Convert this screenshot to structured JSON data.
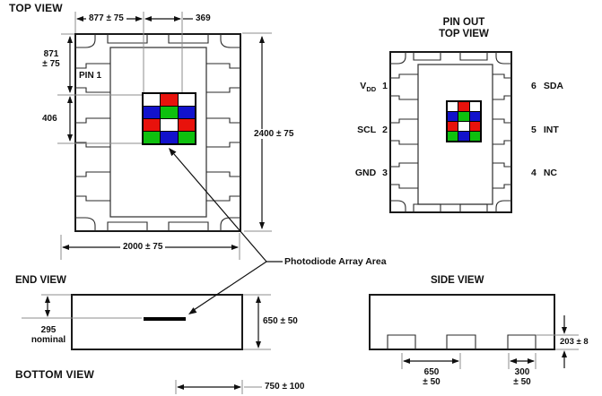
{
  "drawing": {
    "top_view": {
      "title": "TOP VIEW",
      "pin1": "PIN 1",
      "dim_array_offset_x": "877 ± 75",
      "dim_array_width": "369",
      "dim_array_offset_y_1": "871",
      "dim_array_offset_y_2": "± 75",
      "dim_array_height": "406",
      "dim_package_height": "2400 ± 75",
      "dim_package_width": "2000 ± 75"
    },
    "pin_out": {
      "title_1": "PIN OUT",
      "title_2": "TOP VIEW",
      "left_pins": [
        {
          "name": "V",
          "sub": "DD",
          "num": "1"
        },
        {
          "name": "SCL",
          "sub": "",
          "num": "2"
        },
        {
          "name": "GND",
          "sub": "",
          "num": "3"
        }
      ],
      "right_pins": [
        {
          "num": "6",
          "name": "SDA"
        },
        {
          "num": "5",
          "name": "INT"
        },
        {
          "num": "4",
          "name": "NC"
        }
      ]
    },
    "end_view": {
      "title": "END VIEW",
      "dim_array_plane_1": "295",
      "dim_array_plane_2": "nominal",
      "dim_thickness": "650 ± 50"
    },
    "side_view": {
      "title": "SIDE VIEW",
      "dim_pad_pitch_1": "650",
      "dim_pad_pitch_2": "± 50",
      "dim_pad_width_1": "300",
      "dim_pad_width_2": "± 50",
      "dim_pad_height": "203 ± 8"
    },
    "bottom_view": {
      "title": "BOTTOM VIEW",
      "dim_pad_length": "750 ± 100"
    },
    "annotation": "Photodiode Array Area",
    "photodiode_array": {
      "rows": [
        [
          "white",
          "red",
          "white"
        ],
        [
          "blue",
          "green",
          "blue"
        ],
        [
          "red",
          "white",
          "red"
        ],
        [
          "green",
          "blue",
          "green"
        ]
      ],
      "colors": {
        "red": "#e8120c",
        "green": "#0ec00e",
        "blue": "#1212cc",
        "white": "#ffffff"
      }
    },
    "line_colors": {
      "outline": "#1a1a1a",
      "extension": "#8c8c8c"
    }
  }
}
